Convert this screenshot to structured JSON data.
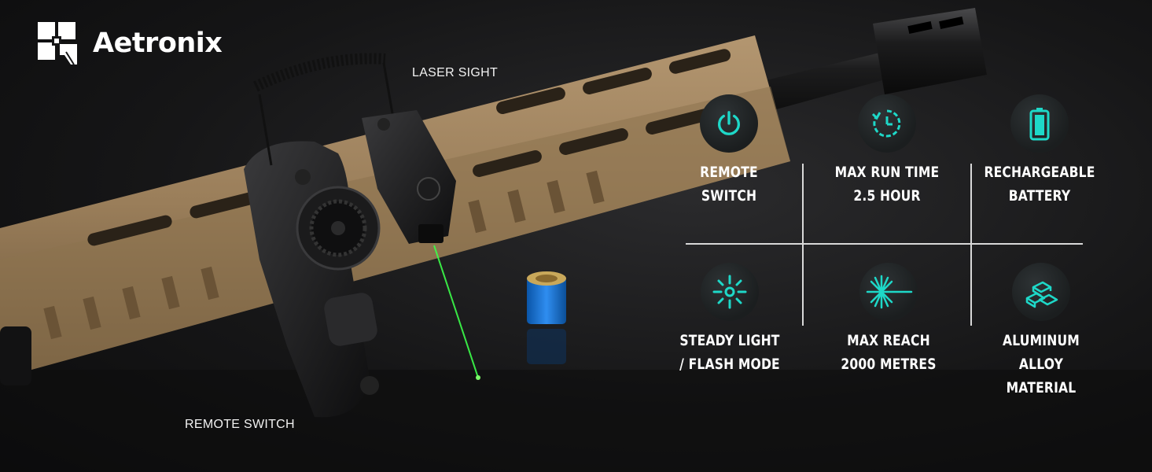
{
  "brand": {
    "name": "Aetronix"
  },
  "callouts": {
    "laser_sight": "LASER SIGHT",
    "remote_switch": "REMOTE SWITCH"
  },
  "features": [
    {
      "icon": "power-icon",
      "line1": "REMOTE",
      "line2": "SWITCH"
    },
    {
      "icon": "clock-icon",
      "line1": "MAX RUN TIME",
      "line2": "2.5 HOUR"
    },
    {
      "icon": "battery-icon",
      "line1": "RECHARGEABLE",
      "line2": "BATTERY"
    },
    {
      "icon": "light-burst-icon",
      "line1": "STEADY LIGHT",
      "line2": "/ FLASH MODE"
    },
    {
      "icon": "laser-beam-icon",
      "line1": "MAX REACH",
      "line2": "2000 METRES"
    },
    {
      "icon": "alloy-bars-icon",
      "line1": "ALUMINUM ALLOY",
      "line2": "MATERIAL"
    }
  ],
  "colors": {
    "accent": "#1ed8c8",
    "handguard": "#9c8160",
    "background": "#161617"
  }
}
